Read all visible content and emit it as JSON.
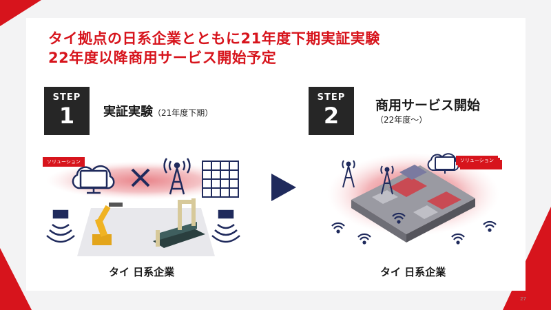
{
  "title": {
    "line1": "タイ拠点の日系企業とともに21年度下期実証実験",
    "line2": "22年度以降商用サービス開始予定"
  },
  "step1": {
    "label": "STEP",
    "number": "1",
    "heading": "実証実験",
    "sub": "（21年度下期）",
    "solution_tag": "ソリューション",
    "caption": "タイ 日系企業"
  },
  "step2": {
    "label": "STEP",
    "number": "2",
    "heading": "商用サービス開始",
    "sub": "（22年度～）",
    "solution_tag": "ソリューション",
    "caption": "タイ 日系企業"
  },
  "page_number": "27",
  "colors": {
    "accent": "#d7141c",
    "dark": "#262626",
    "navy": "#1f2a5c"
  }
}
